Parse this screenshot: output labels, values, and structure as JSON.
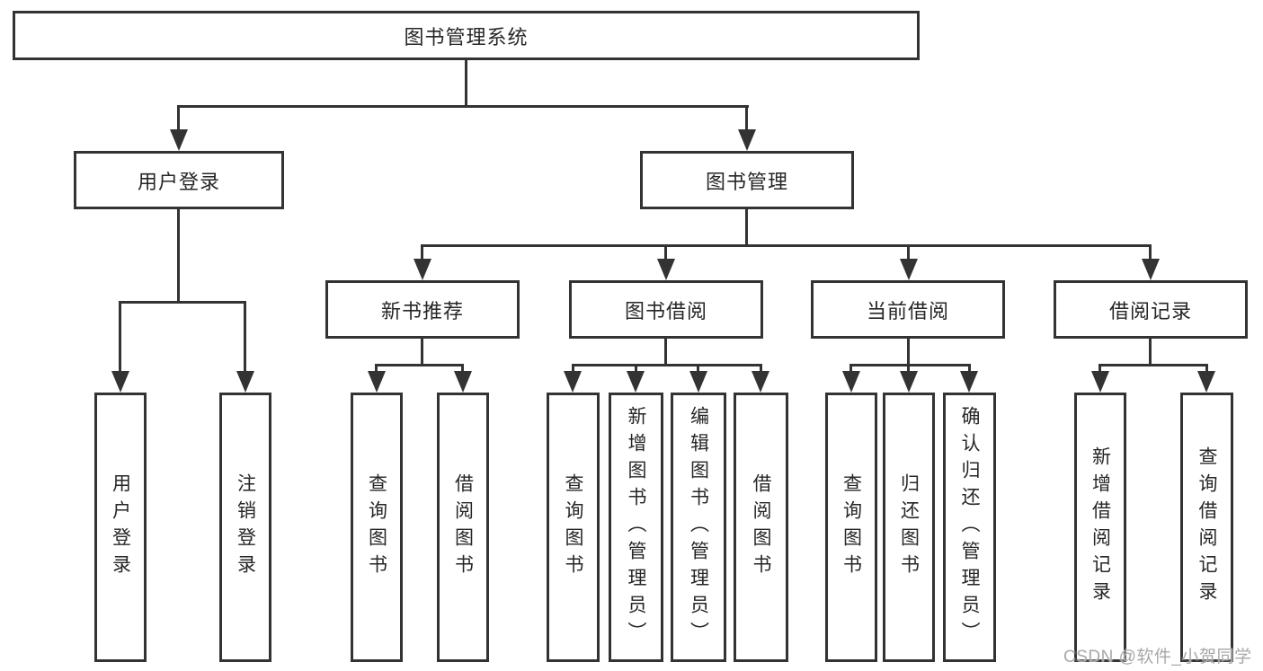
{
  "diagram": {
    "root": {
      "label": "图书管理系统"
    },
    "level2": {
      "user_login": {
        "label": "用户登录"
      },
      "book_management": {
        "label": "图书管理"
      }
    },
    "level3": {
      "new_book_recommend": {
        "label": "新书推荐"
      },
      "book_borrow": {
        "label": "图书借阅"
      },
      "current_borrow": {
        "label": "当前借阅"
      },
      "borrow_records": {
        "label": "借阅记录"
      }
    },
    "leaves": {
      "user_login": {
        "label": "用户登录"
      },
      "logout_login": {
        "label": "注销登录"
      },
      "recommend_query_books": {
        "label": "查询图书"
      },
      "recommend_borrow_books": {
        "label": "借阅图书"
      },
      "borrow_query_books": {
        "label": "查询图书"
      },
      "borrow_add_book_admin": {
        "label": "新增图书（管理员）"
      },
      "borrow_edit_book_admin": {
        "label": "编辑图书（管理员）"
      },
      "borrow_borrow_books": {
        "label": "借阅图书"
      },
      "current_query_books": {
        "label": "查询图书"
      },
      "current_return_book": {
        "label": "归还图书"
      },
      "current_confirm_return_admin": {
        "label": "确认归还（管理员）"
      },
      "records_add_record": {
        "label": "新增借阅记录"
      },
      "records_query_record": {
        "label": "查询借阅记录"
      }
    },
    "watermark": "CSDN @软件_小贺同学",
    "colors": {
      "line": "#333333",
      "box_border": "#333333",
      "box_background": "#ffffff",
      "text": "#262626",
      "watermark": "#a8a8a8",
      "canvas_background": "#ffffff"
    }
  }
}
